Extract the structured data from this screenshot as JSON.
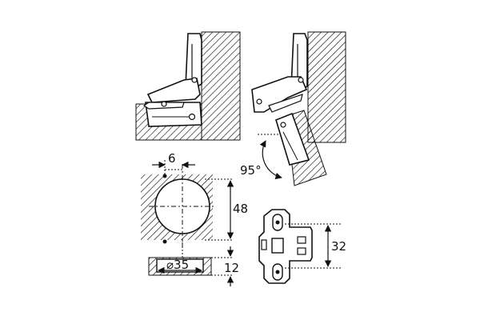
{
  "labels": {
    "opening_angle": "95°",
    "cup_offset": "6",
    "cup_depth_dim": "48",
    "cup_diameter": "⌀35",
    "cup_depth": "12",
    "plate_holes": "32"
  },
  "colors": {
    "line": "#111111",
    "part_fill": "#ffffff",
    "background": "#ffffff"
  }
}
